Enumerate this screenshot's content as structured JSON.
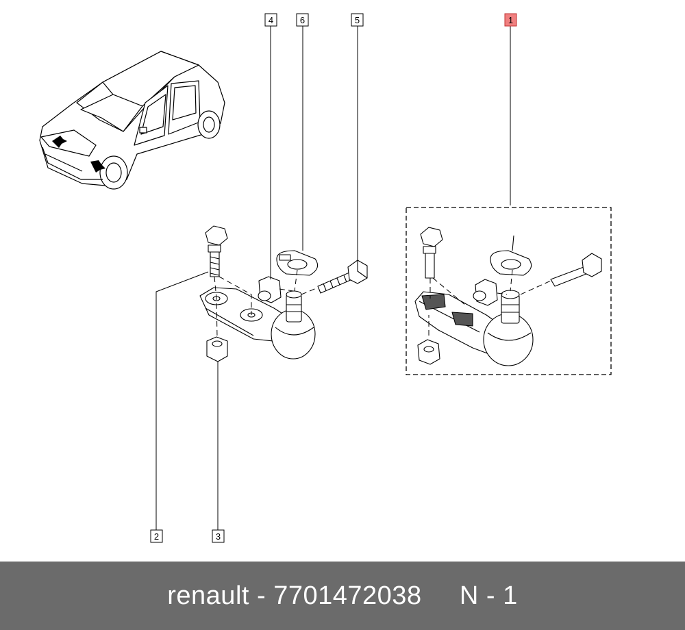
{
  "callouts": [
    {
      "id": "1",
      "highlighted": true
    },
    {
      "id": "2",
      "highlighted": false
    },
    {
      "id": "3",
      "highlighted": false
    },
    {
      "id": "4",
      "highlighted": false
    },
    {
      "id": "5",
      "highlighted": false
    },
    {
      "id": "6",
      "highlighted": false
    }
  ],
  "colors": {
    "highlight_fill": "#f08080",
    "highlight_stroke": "#c03030",
    "footer_bg": "#6b6b6b",
    "footer_text": "#ffffff",
    "line": "#000000"
  },
  "footer": {
    "brand": "renault",
    "separator": " - ",
    "part_number": "7701472038",
    "gap": "     ",
    "note": "N - 1"
  }
}
